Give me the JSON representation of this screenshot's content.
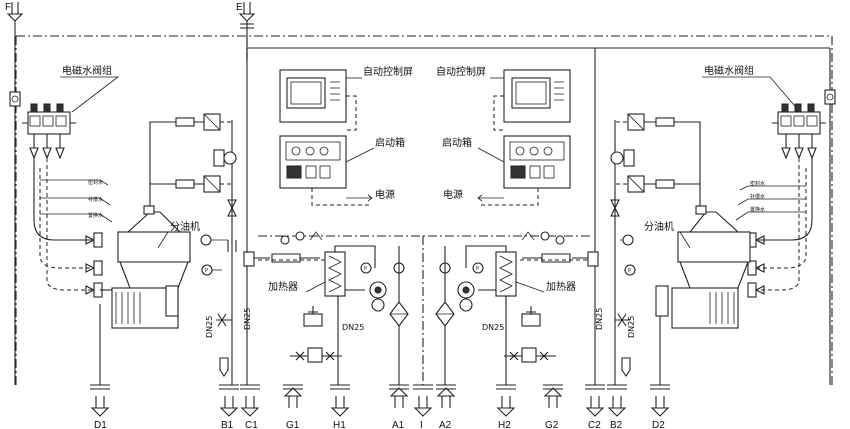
{
  "top_inlets": {
    "F": "F",
    "E": "E"
  },
  "labels": {
    "valve_group_left": "电磁水阀组",
    "valve_group_right": "电磁水阀组",
    "separator_left": "分油机",
    "separator_right": "分油机",
    "heater_left": "加热器",
    "heater_right": "加热器",
    "auto_screen_left": "自动控制屏",
    "auto_screen_right": "自动控制屏",
    "starter_left": "启动箱",
    "starter_right": "启动箱",
    "power_left": "电源",
    "power_right": "电源",
    "water_left": [
      "密封水",
      "补偿水",
      "置换水"
    ],
    "water_right": [
      "密封水",
      "补偿水",
      "置换水"
    ]
  },
  "pipe_sizes": [
    "DN25",
    "DN25",
    "DN25",
    "DN25",
    "DN25",
    "DN25"
  ],
  "bottom_ports": [
    "D1",
    "B1",
    "C1",
    "G1",
    "H1",
    "A1",
    "I",
    "A2",
    "H2",
    "G2",
    "C2",
    "B2",
    "D2"
  ]
}
